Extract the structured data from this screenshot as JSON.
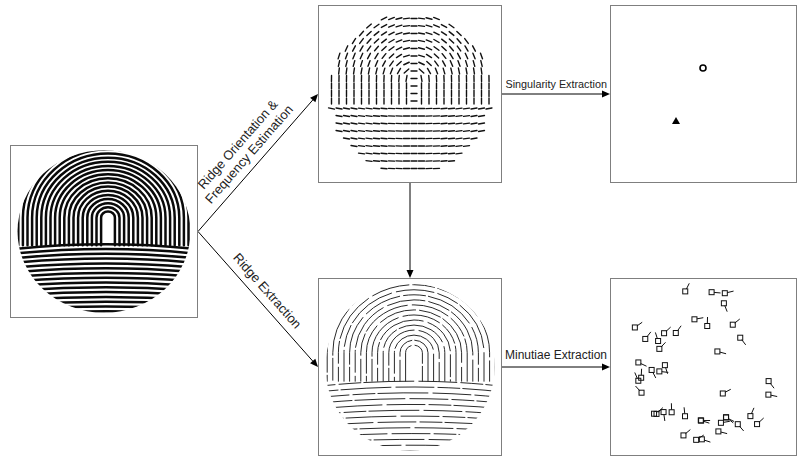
{
  "diagram": {
    "nodes": [
      {
        "text": []
      },
      {
        "text": []
      },
      {
        "text": []
      },
      {
        "text": []
      },
      {
        "text": []
      }
    ],
    "edges": [
      {
        "from": 0,
        "to": 1,
        "arrow": "to",
        "label": "Ridge Orientation & Frequency Estimation"
      },
      {
        "from": 0,
        "to": 3,
        "arrow": "to",
        "label": "Ridge Extraction"
      },
      {
        "from": 1,
        "to": 2,
        "arrow": "to",
        "label": "Singularity Extraction"
      },
      {
        "from": 1,
        "to": 3,
        "arrow": "to"
      },
      {
        "from": 3,
        "to": 4,
        "arrow": "to",
        "label": "Minutiae Extraction"
      }
    ]
  }
}
